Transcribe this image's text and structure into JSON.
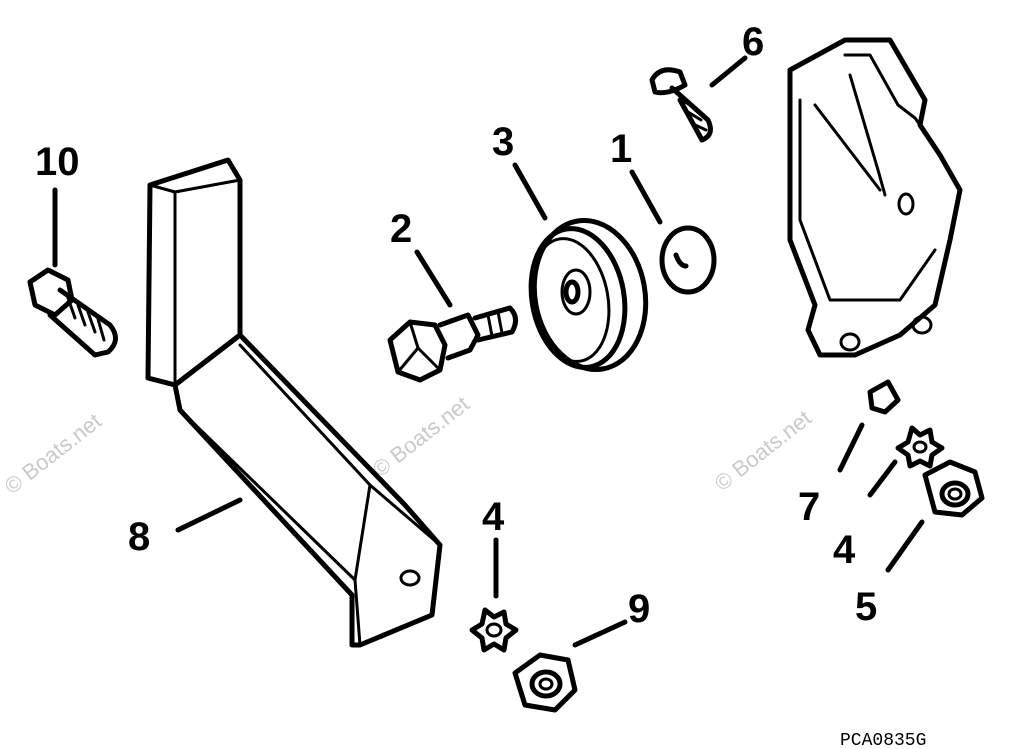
{
  "watermark": "© Boats.net",
  "drawing_code": "PCA0835G",
  "callouts": [
    "1",
    "2",
    "3",
    "4",
    "4",
    "5",
    "6",
    "7",
    "8",
    "9",
    "10"
  ]
}
